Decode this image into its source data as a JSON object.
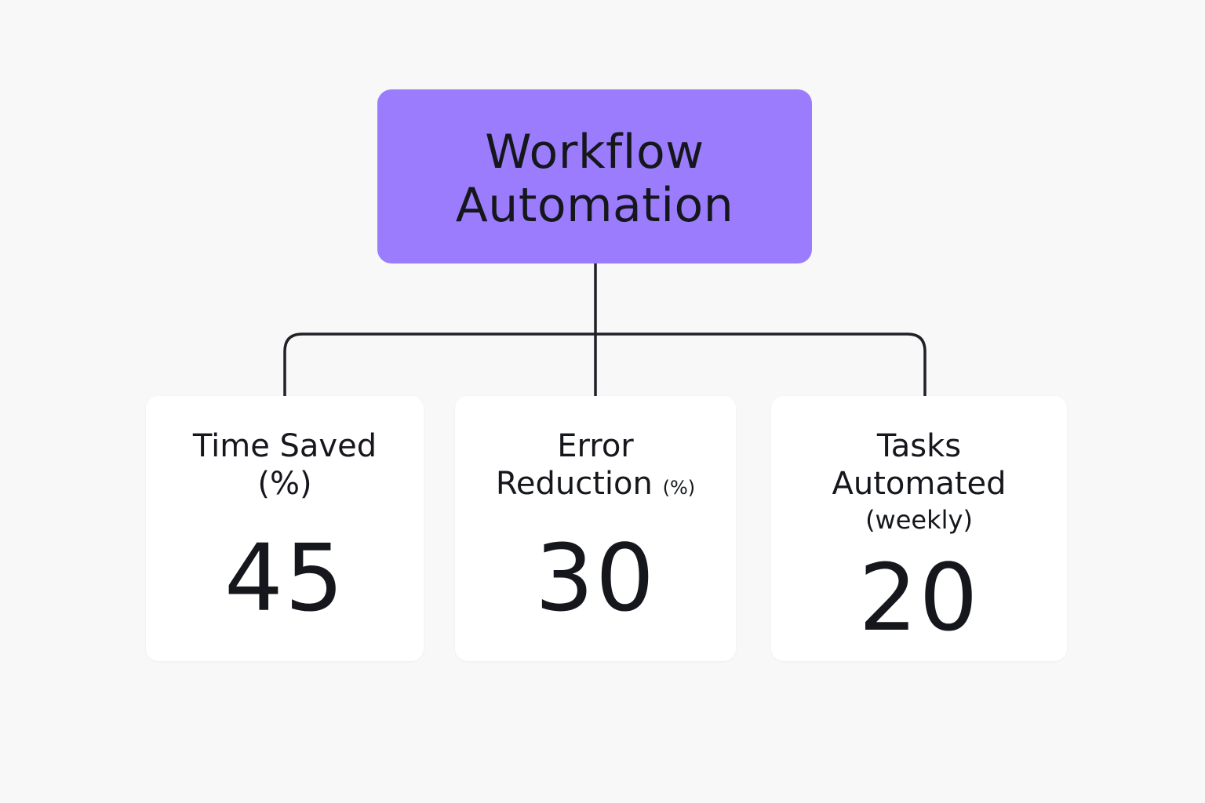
{
  "root": {
    "line1": "Workflow",
    "line2": "Automation",
    "color": "#9b7cfc"
  },
  "line_color": "#1f2126",
  "metrics": [
    {
      "title_line1": "Time Saved",
      "title_line2": "(%)",
      "value": "45"
    },
    {
      "title_line1": "Error",
      "title_line2": "Reduction",
      "unit": "(%)",
      "value": "30"
    },
    {
      "title_line1": "Tasks",
      "title_line2": "Automated",
      "unit": "(weekly)",
      "value": "20"
    }
  ]
}
